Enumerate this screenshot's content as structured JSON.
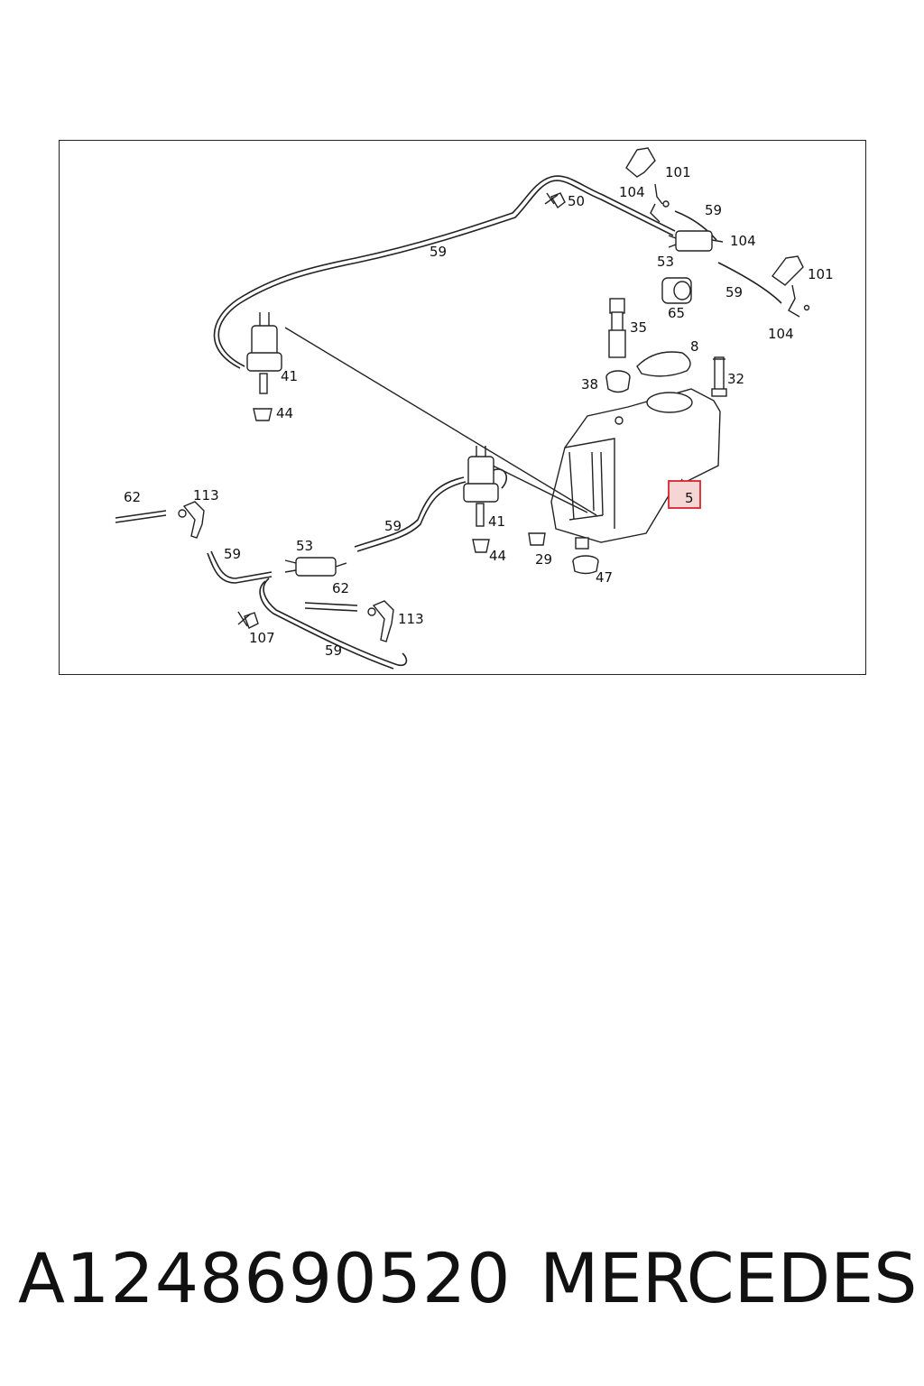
{
  "diagram": {
    "callouts": [
      "101",
      "104",
      "50",
      "59",
      "59",
      "104",
      "53",
      "101",
      "59",
      "65",
      "104",
      "35",
      "8",
      "32",
      "38",
      "41",
      "44",
      "5",
      "62",
      "113",
      "59",
      "53",
      "59",
      "41",
      "44",
      "29",
      "47",
      "62",
      "113",
      "107",
      "59"
    ],
    "highlight_callout": "5",
    "highlight_color": "#d9252b",
    "highlight_fill": "#f6d5d5"
  },
  "footer": {
    "part_number": "A1248690520",
    "manufacturer": "MERCEDES"
  }
}
